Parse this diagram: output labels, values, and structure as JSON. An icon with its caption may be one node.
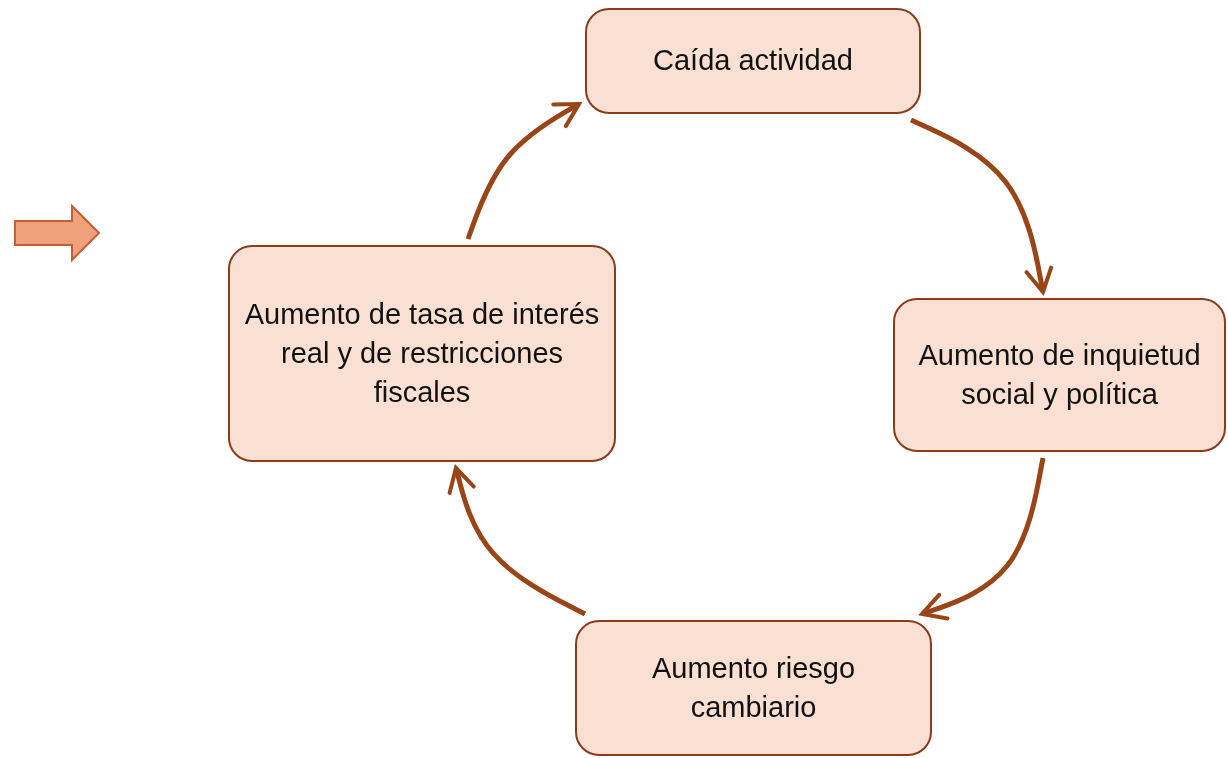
{
  "diagram": {
    "nodes": [
      {
        "text": [
          "Caída actividad"
        ]
      },
      {
        "text": [
          "Aumento de inquietud social y política"
        ]
      },
      {
        "text": [
          "Aumento riesgo cambiario"
        ]
      },
      {
        "text": [
          "Aumento de tasa de interés real y de restricciones fiscales"
        ]
      }
    ],
    "edges": [
      {
        "from": 0,
        "to": 1,
        "arrow": "to"
      },
      {
        "from": 1,
        "to": 2,
        "arrow": "to"
      },
      {
        "from": 2,
        "to": 3,
        "arrow": "to"
      },
      {
        "from": 3,
        "to": 0,
        "arrow": "to"
      }
    ]
  }
}
